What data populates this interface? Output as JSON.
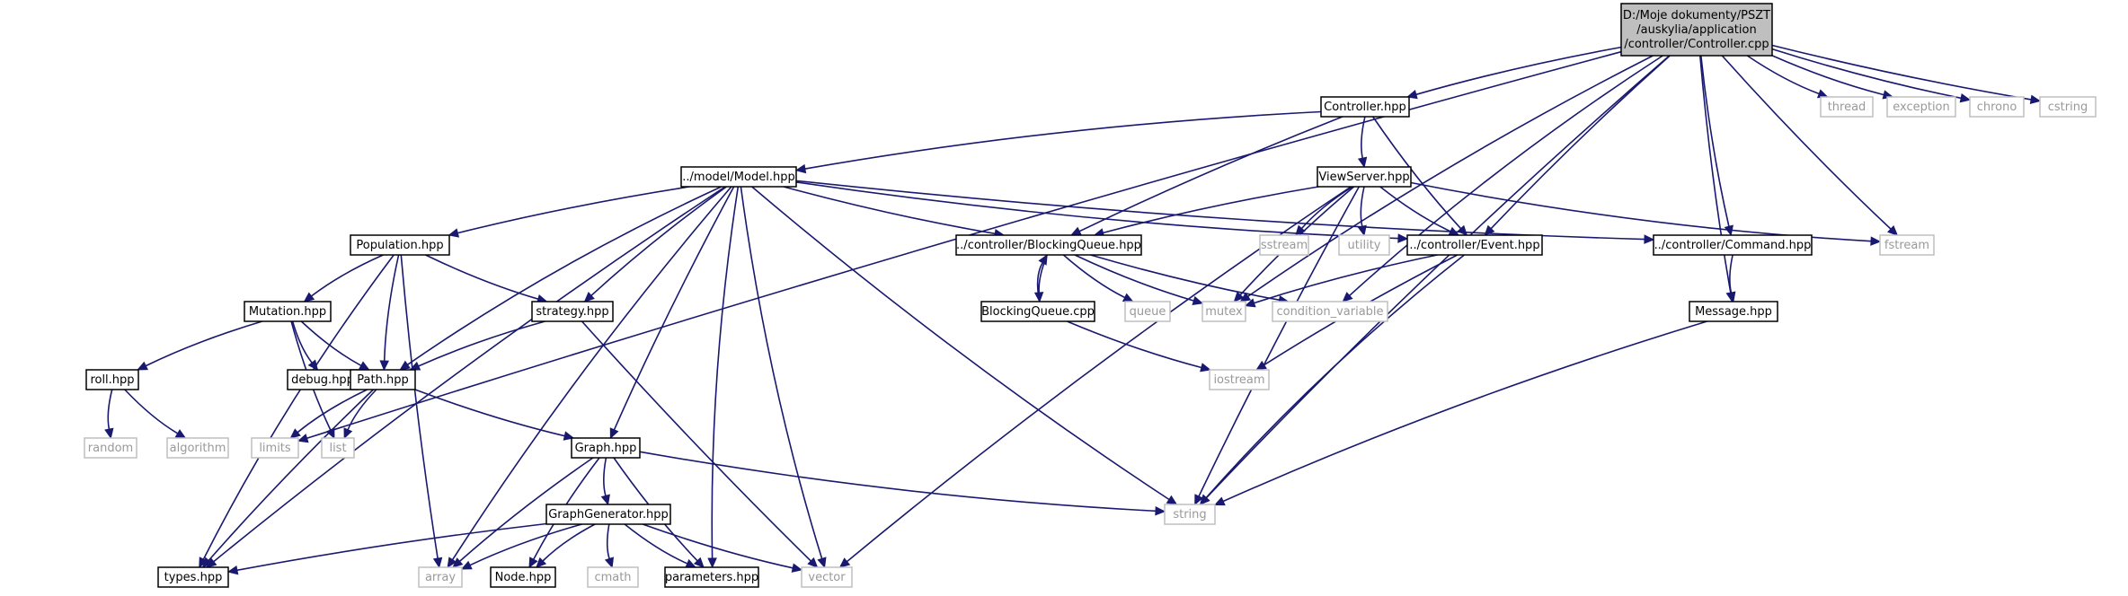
{
  "colors": {
    "edge": "#191970",
    "root_fill": "#bfbfbf",
    "internal_border": "#000000",
    "external_border": "#bfbfbf",
    "external_text": "#999999"
  },
  "diagram": {
    "type": "include-dependency-graph",
    "nodes": [
      {
        "id": "controller_cpp",
        "kind": "root",
        "lines": [
          "D:/Moje dokumenty/PSZT",
          "/auskylia/application",
          "/controller/Controller.cpp"
        ]
      },
      {
        "id": "controller_hpp",
        "kind": "internal",
        "lines": [
          "Controller.hpp"
        ]
      },
      {
        "id": "thread",
        "kind": "external",
        "lines": [
          "thread"
        ]
      },
      {
        "id": "exception",
        "kind": "external",
        "lines": [
          "exception"
        ]
      },
      {
        "id": "chrono",
        "kind": "external",
        "lines": [
          "chrono"
        ]
      },
      {
        "id": "cstring",
        "kind": "external",
        "lines": [
          "cstring"
        ]
      },
      {
        "id": "model_hpp",
        "kind": "internal",
        "lines": [
          "../model/Model.hpp"
        ]
      },
      {
        "id": "viewserver_hpp",
        "kind": "internal",
        "lines": [
          "ViewServer.hpp"
        ]
      },
      {
        "id": "population_hpp",
        "kind": "internal",
        "lines": [
          "Population.hpp"
        ]
      },
      {
        "id": "blockingqueue_hpp",
        "kind": "internal",
        "lines": [
          "../controller/BlockingQueue.hpp"
        ]
      },
      {
        "id": "sstream",
        "kind": "external",
        "lines": [
          "sstream"
        ]
      },
      {
        "id": "utility",
        "kind": "external",
        "lines": [
          "utility"
        ]
      },
      {
        "id": "event_hpp",
        "kind": "internal",
        "lines": [
          "../controller/Event.hpp"
        ]
      },
      {
        "id": "command_hpp",
        "kind": "internal",
        "lines": [
          "../controller/Command.hpp"
        ]
      },
      {
        "id": "fstream",
        "kind": "external",
        "lines": [
          "fstream"
        ]
      },
      {
        "id": "mutation_hpp",
        "kind": "internal",
        "lines": [
          "Mutation.hpp"
        ]
      },
      {
        "id": "strategy_hpp",
        "kind": "internal",
        "lines": [
          "strategy.hpp"
        ]
      },
      {
        "id": "blockingqueue_cpp",
        "kind": "internal",
        "lines": [
          "BlockingQueue.cpp"
        ]
      },
      {
        "id": "queue",
        "kind": "external",
        "lines": [
          "queue"
        ]
      },
      {
        "id": "mutex",
        "kind": "external",
        "lines": [
          "mutex"
        ]
      },
      {
        "id": "condition_variable",
        "kind": "external",
        "lines": [
          "condition_variable"
        ]
      },
      {
        "id": "message_hpp",
        "kind": "internal",
        "lines": [
          "Message.hpp"
        ]
      },
      {
        "id": "roll_hpp",
        "kind": "internal",
        "lines": [
          "roll.hpp"
        ]
      },
      {
        "id": "debug_hpp",
        "kind": "internal",
        "lines": [
          "debug.hpp"
        ]
      },
      {
        "id": "path_hpp",
        "kind": "internal",
        "lines": [
          "Path.hpp"
        ]
      },
      {
        "id": "iostream",
        "kind": "external",
        "lines": [
          "iostream"
        ]
      },
      {
        "id": "random",
        "kind": "external",
        "lines": [
          "random"
        ]
      },
      {
        "id": "algorithm",
        "kind": "external",
        "lines": [
          "algorithm"
        ]
      },
      {
        "id": "limits",
        "kind": "external",
        "lines": [
          "limits"
        ]
      },
      {
        "id": "list",
        "kind": "external",
        "lines": [
          "list"
        ]
      },
      {
        "id": "graph_hpp",
        "kind": "internal",
        "lines": [
          "Graph.hpp"
        ]
      },
      {
        "id": "string",
        "kind": "external",
        "lines": [
          "string"
        ]
      },
      {
        "id": "graphgenerator_hpp",
        "kind": "internal",
        "lines": [
          "GraphGenerator.hpp"
        ]
      },
      {
        "id": "types_hpp",
        "kind": "internal",
        "lines": [
          "types.hpp"
        ]
      },
      {
        "id": "array",
        "kind": "external",
        "lines": [
          "array"
        ]
      },
      {
        "id": "node_hpp",
        "kind": "internal",
        "lines": [
          "Node.hpp"
        ]
      },
      {
        "id": "cmath",
        "kind": "external",
        "lines": [
          "cmath"
        ]
      },
      {
        "id": "parameters_hpp",
        "kind": "internal",
        "lines": [
          "parameters.hpp"
        ]
      },
      {
        "id": "vector",
        "kind": "external",
        "lines": [
          "vector"
        ]
      }
    ],
    "edges": [
      [
        "controller_cpp",
        "controller_hpp"
      ],
      [
        "controller_cpp",
        "thread"
      ],
      [
        "controller_cpp",
        "exception"
      ],
      [
        "controller_cpp",
        "chrono"
      ],
      [
        "controller_cpp",
        "cstring"
      ],
      [
        "controller_cpp",
        "fstream"
      ],
      [
        "controller_cpp",
        "message_hpp"
      ],
      [
        "controller_cpp",
        "command_hpp"
      ],
      [
        "controller_cpp",
        "event_hpp"
      ],
      [
        "controller_cpp",
        "condition_variable"
      ],
      [
        "controller_cpp",
        "mutex"
      ],
      [
        "controller_cpp",
        "string"
      ],
      [
        "controller_cpp",
        "limits"
      ],
      [
        "controller_hpp",
        "model_hpp"
      ],
      [
        "controller_hpp",
        "viewserver_hpp"
      ],
      [
        "controller_hpp",
        "blockingqueue_hpp"
      ],
      [
        "controller_hpp",
        "event_hpp"
      ],
      [
        "model_hpp",
        "population_hpp"
      ],
      [
        "model_hpp",
        "strategy_hpp"
      ],
      [
        "model_hpp",
        "path_hpp"
      ],
      [
        "model_hpp",
        "graph_hpp"
      ],
      [
        "model_hpp",
        "blockingqueue_hpp"
      ],
      [
        "model_hpp",
        "event_hpp"
      ],
      [
        "model_hpp",
        "command_hpp"
      ],
      [
        "model_hpp",
        "types_hpp"
      ],
      [
        "model_hpp",
        "array"
      ],
      [
        "model_hpp",
        "parameters_hpp"
      ],
      [
        "model_hpp",
        "vector"
      ],
      [
        "model_hpp",
        "string"
      ],
      [
        "viewserver_hpp",
        "blockingqueue_hpp"
      ],
      [
        "viewserver_hpp",
        "sstream"
      ],
      [
        "viewserver_hpp",
        "utility"
      ],
      [
        "viewserver_hpp",
        "event_hpp"
      ],
      [
        "viewserver_hpp",
        "mutex"
      ],
      [
        "viewserver_hpp",
        "fstream"
      ],
      [
        "viewserver_hpp",
        "string"
      ],
      [
        "viewserver_hpp",
        "vector"
      ],
      [
        "population_hpp",
        "mutation_hpp"
      ],
      [
        "population_hpp",
        "strategy_hpp"
      ],
      [
        "population_hpp",
        "path_hpp"
      ],
      [
        "population_hpp",
        "array"
      ],
      [
        "population_hpp",
        "types_hpp"
      ],
      [
        "blockingqueue_hpp",
        "blockingqueue_cpp"
      ],
      [
        "blockingqueue_hpp",
        "queue"
      ],
      [
        "blockingqueue_hpp",
        "mutex"
      ],
      [
        "blockingqueue_hpp",
        "condition_variable"
      ],
      [
        "blockingqueue_cpp",
        "blockingqueue_hpp"
      ],
      [
        "blockingqueue_cpp",
        "iostream"
      ],
      [
        "event_hpp",
        "mutex"
      ],
      [
        "event_hpp",
        "iostream"
      ],
      [
        "event_hpp",
        "string"
      ],
      [
        "command_hpp",
        "message_hpp"
      ],
      [
        "message_hpp",
        "string"
      ],
      [
        "mutation_hpp",
        "roll_hpp"
      ],
      [
        "mutation_hpp",
        "debug_hpp"
      ],
      [
        "mutation_hpp",
        "path_hpp"
      ],
      [
        "mutation_hpp",
        "list"
      ],
      [
        "strategy_hpp",
        "path_hpp"
      ],
      [
        "strategy_hpp",
        "vector"
      ],
      [
        "roll_hpp",
        "random"
      ],
      [
        "roll_hpp",
        "algorithm"
      ],
      [
        "path_hpp",
        "limits"
      ],
      [
        "path_hpp",
        "list"
      ],
      [
        "path_hpp",
        "graph_hpp"
      ],
      [
        "path_hpp",
        "types_hpp"
      ],
      [
        "graph_hpp",
        "graphgenerator_hpp"
      ],
      [
        "graph_hpp",
        "array"
      ],
      [
        "graph_hpp",
        "node_hpp"
      ],
      [
        "graph_hpp",
        "parameters_hpp"
      ],
      [
        "graph_hpp",
        "string"
      ],
      [
        "graphgenerator_hpp",
        "types_hpp"
      ],
      [
        "graphgenerator_hpp",
        "array"
      ],
      [
        "graphgenerator_hpp",
        "node_hpp"
      ],
      [
        "graphgenerator_hpp",
        "cmath"
      ],
      [
        "graphgenerator_hpp",
        "parameters_hpp"
      ],
      [
        "graphgenerator_hpp",
        "vector"
      ]
    ]
  }
}
